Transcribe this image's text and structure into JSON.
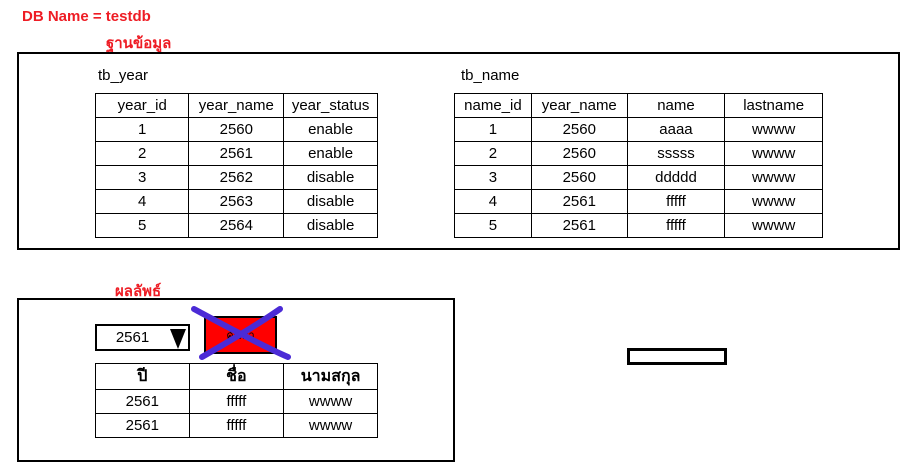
{
  "db_header": "DB Name = testdb",
  "database_label": "ฐานข้อมูล",
  "tb_year": {
    "caption": "tb_year",
    "columns": [
      "year_id",
      "year_name",
      "year_status"
    ],
    "rows": [
      [
        "1",
        "2560",
        "enable"
      ],
      [
        "2",
        "2561",
        "enable"
      ],
      [
        "3",
        "2562",
        "disable"
      ],
      [
        "4",
        "2563",
        "disable"
      ],
      [
        "5",
        "2564",
        "disable"
      ]
    ]
  },
  "tb_name": {
    "caption": "tb_name",
    "columns": [
      "name_id",
      "year_name",
      "name",
      "lastname"
    ],
    "rows": [
      [
        "1",
        "2560",
        "aaaa",
        "wwww"
      ],
      [
        "2",
        "2560",
        "sssss",
        "wwww"
      ],
      [
        "3",
        "2560",
        "ddddd",
        "wwww"
      ],
      [
        "4",
        "2561",
        "fffff",
        "wwww"
      ],
      [
        "5",
        "2561",
        "fffff",
        "wwww"
      ]
    ]
  },
  "result_label": "ผลลัพธ์",
  "year_select": {
    "value": "2561"
  },
  "search_button": {
    "label": "ค้นหา"
  },
  "result_table": {
    "columns": [
      "ปี",
      "ชื่อ",
      "นามสกุล"
    ],
    "rows": [
      [
        "2561",
        "fffff",
        "wwww"
      ],
      [
        "2561",
        "fffff",
        "wwww"
      ]
    ]
  },
  "colors": {
    "title_red": "#ee1c24",
    "button_red": "#ff0000",
    "cross_blue": "#4b2bd6"
  }
}
